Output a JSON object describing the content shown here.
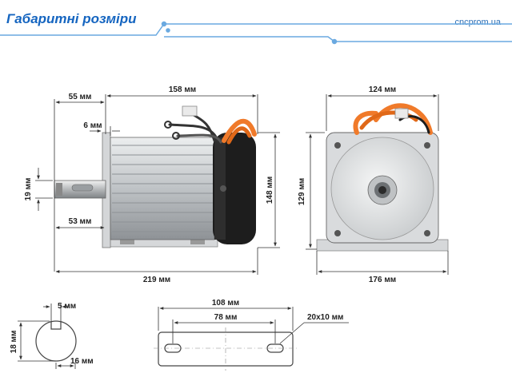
{
  "header": {
    "title": "Габаритні розміри",
    "site": "cncprom.ua",
    "accent_color": "#1565c0",
    "line_color": "#6aa9e0"
  },
  "dimensions": {
    "side_top": "158 мм",
    "side_shaft_len": "55 мм",
    "side_key_offset": "6 мм",
    "side_shaft_dia": "19 мм",
    "side_shaft_base": "53 мм",
    "side_height": "148 мм",
    "side_total_len": "219 мм",
    "front_width": "124 мм",
    "front_height": "129 мм",
    "front_base": "176 мм",
    "shaft_key_width": "5 мм",
    "shaft_section_h": "18 мм",
    "shaft_section_d": "16 мм",
    "plate_total": "108 мм",
    "plate_holes": "78 мм",
    "plate_slot": "20x10 мм"
  },
  "colors": {
    "wire_orange": "#f07a2a",
    "motor_black": "#1d1d1d",
    "aluminium": "#c8cbce",
    "dimension_line": "#333333"
  }
}
